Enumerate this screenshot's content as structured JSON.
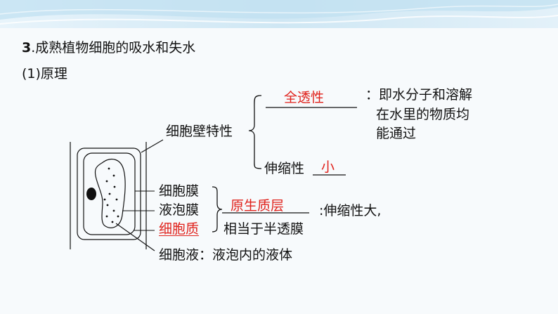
{
  "section": {
    "number": "3",
    "title": ".成熟植物细胞的吸水和失水",
    "sub": "(1)原理"
  },
  "wall": {
    "label": "细胞壁特性",
    "answer1": "全透性",
    "desc1_line1": "：即水分子和溶解",
    "desc1_line2": "在水里的物质均",
    "desc1_line3": "能通过",
    "prop2": "伸缩性",
    "answer2": "小"
  },
  "protoplast": {
    "membrane": "细胞膜",
    "tonoplast": "液泡膜",
    "cytoplasm": "细胞质",
    "answer": "原生质层",
    "desc_line1": ":伸缩性大,",
    "desc_line2": "相当于半透膜"
  },
  "sap": {
    "label": "细胞液",
    "desc": "：液泡内的液体"
  },
  "colors": {
    "answer": "#e0221c",
    "banner": "#cfe6f3"
  }
}
